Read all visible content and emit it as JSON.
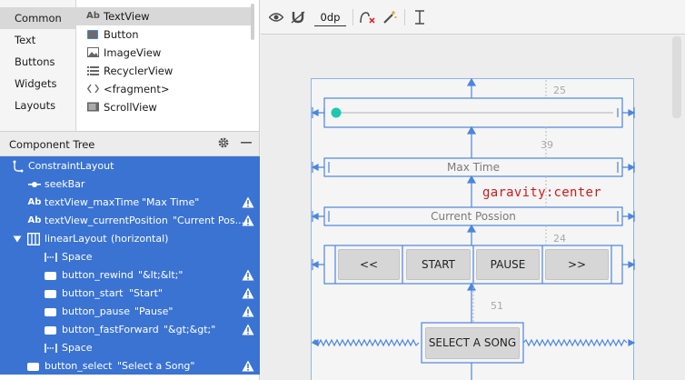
{
  "palette": {
    "categories": [
      {
        "label": "Common",
        "selected": true
      },
      {
        "label": "Text",
        "selected": false
      },
      {
        "label": "Buttons",
        "selected": false
      },
      {
        "label": "Widgets",
        "selected": false
      },
      {
        "label": "Layouts",
        "selected": false
      }
    ],
    "items": [
      {
        "label": "TextView",
        "icon": "Ab",
        "selected": true
      },
      {
        "label": "Button",
        "icon": "button-icon",
        "selected": false
      },
      {
        "label": "ImageView",
        "icon": "image-icon",
        "selected": false
      },
      {
        "label": "RecyclerView",
        "icon": "list-icon",
        "selected": false
      },
      {
        "label": "<fragment>",
        "icon": "code-icon",
        "selected": false
      },
      {
        "label": "ScrollView",
        "icon": "scroll-icon",
        "selected": false
      }
    ]
  },
  "component_tree": {
    "title": "Component Tree",
    "rows": [
      {
        "name": "ConstraintLayout",
        "attr": "",
        "icon": "constraint-icon",
        "warning": false
      },
      {
        "name": "seekBar",
        "attr": "",
        "icon": "seekbar-icon",
        "warning": false
      },
      {
        "name": "textView_maxTime",
        "attr": "\"Max Time\"",
        "icon": "Ab",
        "warning": true
      },
      {
        "name": "textView_currentPosition",
        "attr": "\"Current Pos...",
        "icon": "Ab",
        "warning": true
      },
      {
        "name": "linearLayout",
        "attr": "(horizontal)",
        "icon": "linear-layout-icon",
        "warning": false
      },
      {
        "name": "Space",
        "attr": "",
        "icon": "space-icon",
        "warning": false
      },
      {
        "name": "button_rewind",
        "attr": "\"&lt;&lt;\"",
        "icon": "button-icon",
        "warning": true
      },
      {
        "name": "button_start",
        "attr": "\"Start\"",
        "icon": "button-icon",
        "warning": true
      },
      {
        "name": "button_pause",
        "attr": "\"Pause\"",
        "icon": "button-icon",
        "warning": true
      },
      {
        "name": "button_fastForward",
        "attr": "\"&gt;&gt;\"",
        "icon": "button-icon",
        "warning": true
      },
      {
        "name": "Space",
        "attr": "",
        "icon": "space-icon",
        "warning": false
      },
      {
        "name": "button_select",
        "attr": "\"Select a Song\"",
        "icon": "button-icon",
        "warning": true
      }
    ]
  },
  "toolbar": {
    "default_margin": "0dp"
  },
  "blueprint": {
    "max_time_label": "Max Time",
    "current_position_label": "Current Possion",
    "buttons": {
      "rewind": "<<",
      "start": "START",
      "pause": "PAUSE",
      "fast_forward": ">>",
      "select": "SELECT A SONG"
    },
    "dimensions": {
      "top": "25",
      "seek_to_max": "39",
      "current_to_buttons": "24",
      "buttons_to_select": "51"
    },
    "annotation": "garavity:center"
  },
  "colors": {
    "tree_selection": "#3b73d3",
    "blueprint_line": "#4a86e0",
    "seekbar_thumb": "#1cc9b0",
    "annotation": "#d01b1b"
  }
}
